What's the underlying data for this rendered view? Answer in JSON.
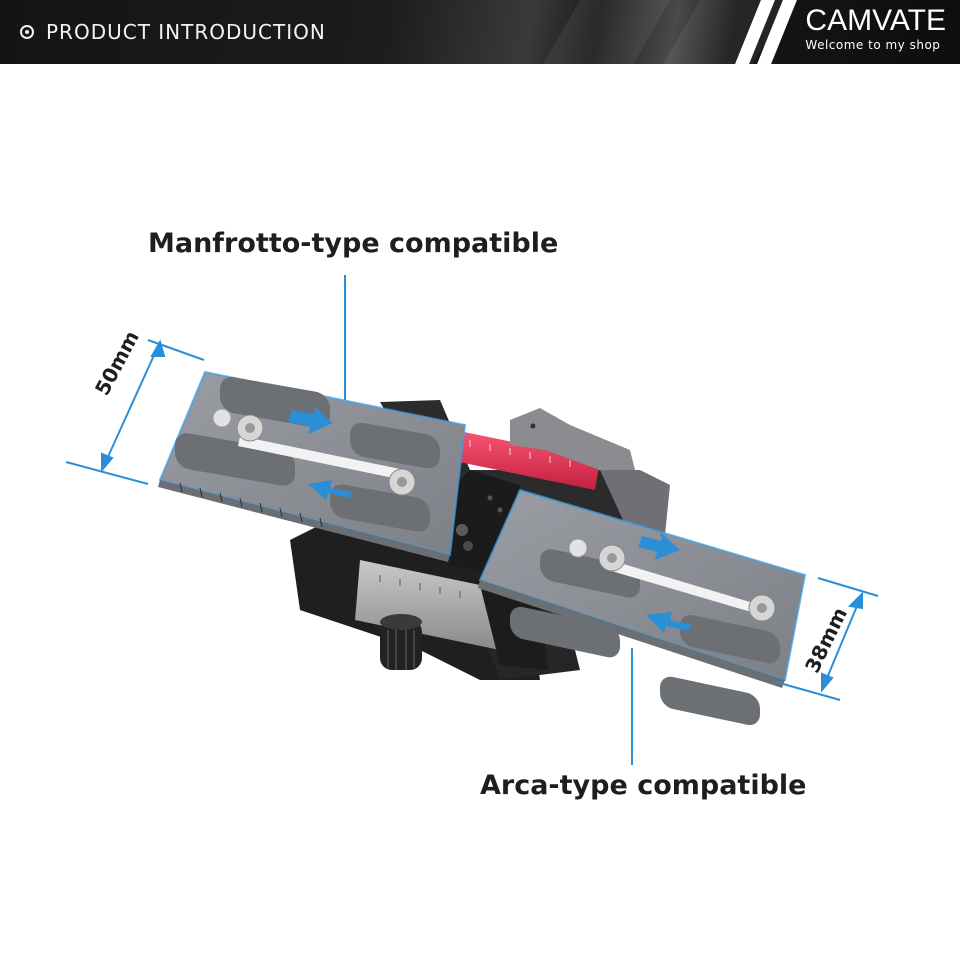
{
  "header": {
    "section_title": "PRODUCT INTRODUCTION",
    "brand_name": "CAMVATE",
    "brand_tagline": "Welcome to my shop"
  },
  "annotations": {
    "manfrotto_label": "Manfrotto-type compatible",
    "arca_label": "Arca-type compatible",
    "width_manfrotto": "50mm",
    "width_arca": "38mm"
  },
  "colors": {
    "accent_blue": "#2a8fd6",
    "slider_red": "#e23a5a",
    "plate_gray": "#8d9096"
  }
}
